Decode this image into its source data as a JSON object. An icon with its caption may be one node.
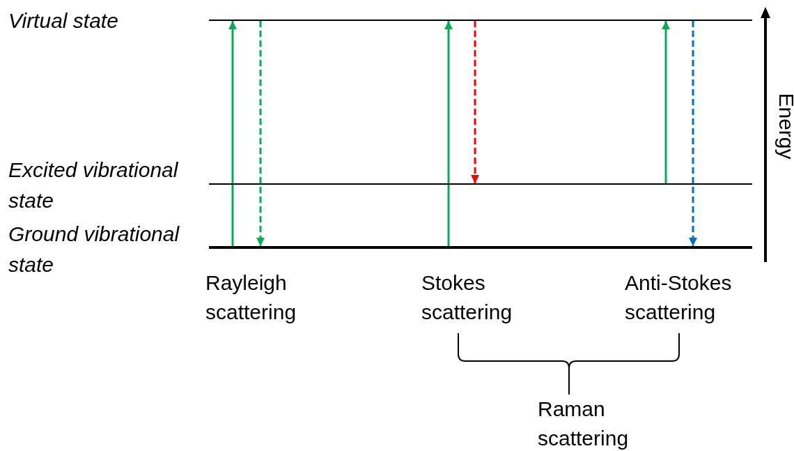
{
  "diagram": {
    "nodes": [
      {
        "text": [
          "Virtual state"
        ]
      },
      {
        "text": [
          "Excited vibrational state"
        ]
      },
      {
        "text": [
          "Ground vibrational state"
        ]
      }
    ],
    "edges": [
      {
        "from": 2,
        "to": 0,
        "arrow": "to"
      },
      {
        "from": 0,
        "to": 2,
        "arrow": "to",
        "style": "dashed"
      },
      {
        "from": 2,
        "to": 0,
        "arrow": "to"
      },
      {
        "from": 0,
        "to": 1,
        "arrow": "to",
        "style": "dashed",
        "color": "#ff0000"
      },
      {
        "from": 1,
        "to": 0,
        "arrow": "to"
      },
      {
        "from": 0,
        "to": 2,
        "arrow": "to",
        "style": "dashed",
        "color": "#0070c0"
      }
    ],
    "labels": [
      "Energy",
      "Rayleigh scattering",
      "Stokes scattering",
      "Anti-Stokes scattering",
      "Raman scattering"
    ]
  }
}
